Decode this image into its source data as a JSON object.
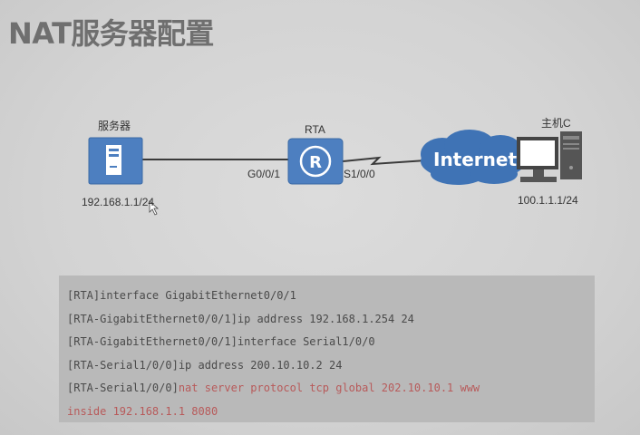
{
  "title": "NAT服务器配置",
  "topology": {
    "server": {
      "name": "服务器",
      "ip": "192.168.1.1/24"
    },
    "router": {
      "name": "RTA",
      "left_port": "G0/0/1",
      "right_port": "S1/0/0"
    },
    "cloud": {
      "label": "Internet"
    },
    "host": {
      "name": "主机C",
      "ip": "100.1.1.1/24"
    }
  },
  "config": {
    "lines": [
      {
        "prefix": "[RTA]interface GigabitEthernet0/0/1",
        "highlight": ""
      },
      {
        "prefix": "[RTA-GigabitEthernet0/0/1]ip address 192.168.1.254 24",
        "highlight": ""
      },
      {
        "prefix": "[RTA-GigabitEthernet0/0/1]interface Serial1/0/0",
        "highlight": ""
      },
      {
        "prefix": "[RTA-Serial1/0/0]ip address 200.10.10.2 24",
        "highlight": ""
      },
      {
        "prefix": "[RTA-Serial1/0/0]",
        "highlight": "nat server protocol tcp global 202.10.10.1 www"
      },
      {
        "prefix": "",
        "highlight": "inside 192.168.1.1 8080"
      }
    ]
  },
  "colors": {
    "device_blue": "#4d7fc0",
    "cloud_blue": "#3f73b5",
    "code_background": "#b9b9b9",
    "highlight_text": "#b85a5a"
  }
}
